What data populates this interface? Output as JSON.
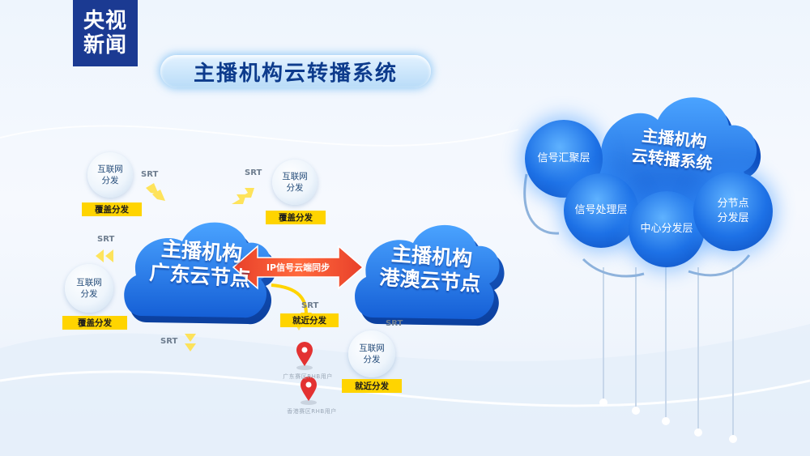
{
  "logo": {
    "line1": "央视",
    "line2": "新闻"
  },
  "title": "主播机构云转播系统",
  "clouds": {
    "guangdong": {
      "line1": "主播机构",
      "line2": "广东云节点"
    },
    "hk_macau": {
      "line1": "主播机构",
      "line2": "港澳云节点"
    }
  },
  "sync_label": "IP信号云端同步",
  "bubbles": {
    "top_left": {
      "line1": "互联网",
      "line2": "分发"
    },
    "top_mid": {
      "line1": "互联网",
      "line2": "分发"
    },
    "left": {
      "line1": "互联网",
      "line2": "分发"
    },
    "bottom_right": {
      "line1": "互联网",
      "line2": "分发"
    }
  },
  "tags": {
    "cover1": "覆盖分发",
    "cover2": "覆盖分发",
    "cover3": "覆盖分发",
    "nearby1": "就近分发",
    "nearby2": "就近分发"
  },
  "srt_label": "SRT",
  "pins": {
    "user1": "广东赛区RHB用户",
    "user2": "香港赛区RHB用户"
  },
  "system": {
    "main_line1": "主播机构",
    "main_line2": "云转播系统",
    "layer_aggregation": "信号汇聚层",
    "layer_processing": "信号处理层",
    "layer_central": "中心分发层",
    "layer_branch_line1": "分节点",
    "layer_branch_line2": "分发层"
  },
  "colors": {
    "brand_blue": "#1b3a92",
    "cloud_blue": "#1f6fe0",
    "tag_yellow": "#ffd400",
    "sync_red": "#e8402a"
  }
}
